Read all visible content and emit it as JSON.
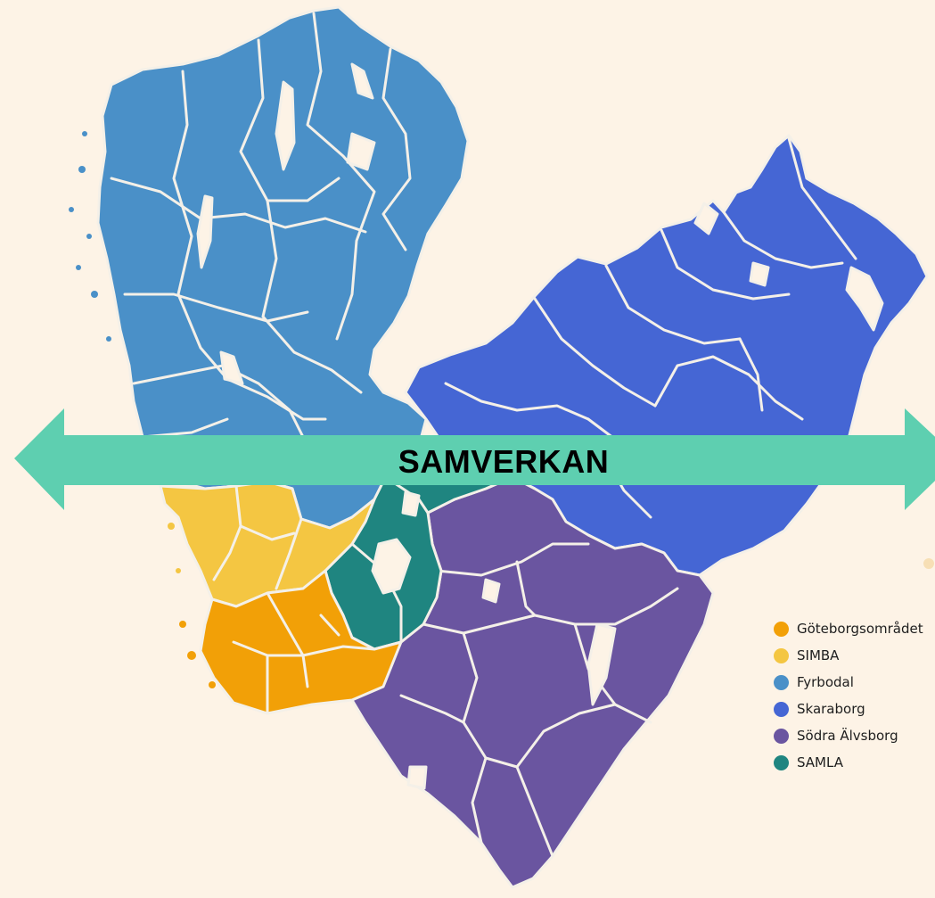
{
  "banner": {
    "label": "SAMVERKAN",
    "color": "#5ecfb0"
  },
  "regions": [
    {
      "id": "fyrbodal",
      "name": "Fyrbodal",
      "color": "#4a90c8"
    },
    {
      "id": "skaraborg",
      "name": "Skaraborg",
      "color": "#4566d4"
    },
    {
      "id": "sodra-alvsborg",
      "name": "Södra Älvsborg",
      "color": "#6a55a0"
    },
    {
      "id": "samla",
      "name": "SAMLA",
      "color": "#1f8580"
    },
    {
      "id": "simba",
      "name": "SIMBA",
      "color": "#f4c642"
    },
    {
      "id": "goteborgsomradet",
      "name": "Göteborgsområdet",
      "color": "#f2a007"
    }
  ],
  "legend": {
    "items": [
      {
        "label": "Göteborgsområdet",
        "color": "#f2a007"
      },
      {
        "label": "SIMBA",
        "color": "#f4c642"
      },
      {
        "label": "Fyrbodal",
        "color": "#4a90c8"
      },
      {
        "label": "Skaraborg",
        "color": "#4566d4"
      },
      {
        "label": "Södra Älvsborg",
        "color": "#6a55a0"
      },
      {
        "label": "SAMLA",
        "color": "#1f8580"
      }
    ]
  }
}
